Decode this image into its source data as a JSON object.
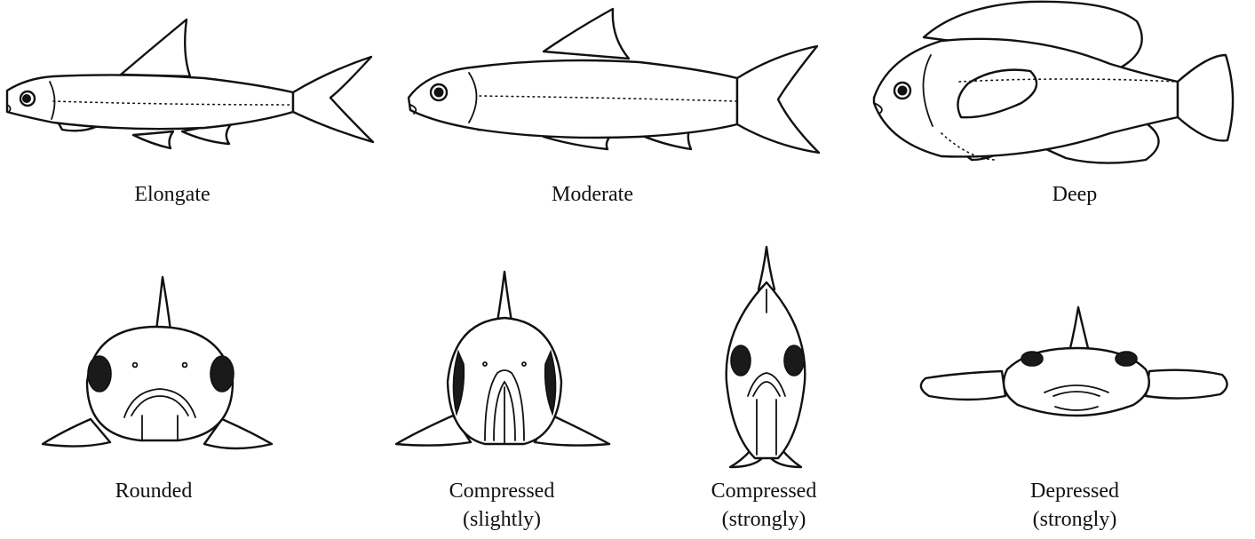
{
  "figure": {
    "side_views": [
      {
        "label": "Elongate"
      },
      {
        "label": "Moderate"
      },
      {
        "label": "Deep"
      }
    ],
    "front_views": [
      {
        "label": "Rounded",
        "qualifier": ""
      },
      {
        "label": "Compressed",
        "qualifier": "(slightly)"
      },
      {
        "label": "Compressed",
        "qualifier": "(strongly)"
      },
      {
        "label": "Depressed",
        "qualifier": "(strongly)"
      }
    ]
  }
}
